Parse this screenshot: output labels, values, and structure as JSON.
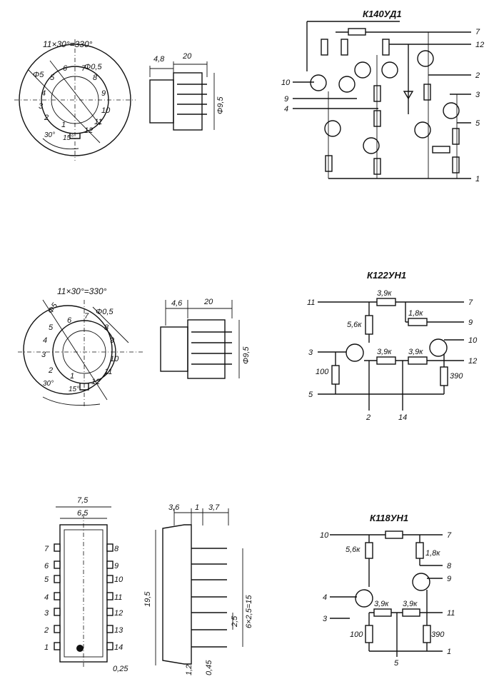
{
  "top": {
    "title": "К140УД1",
    "pin_angle_label": "11×30°=330°",
    "pin_hole_label": "Φ0,5",
    "outer_dia_label": "Φ5",
    "body_dia_label": "Φ9,5",
    "lead_len_label": "4,8",
    "body_len_label": "20",
    "angle_a": "30°",
    "angle_b": "15°",
    "pins_circle": [
      "1",
      "2",
      "3",
      "4",
      "5",
      "6",
      "7",
      "8",
      "9",
      "10",
      "11",
      "12"
    ],
    "schem_pins": [
      "7",
      "12",
      "2",
      "3",
      "5",
      "1",
      "10",
      "9",
      "4"
    ]
  },
  "mid": {
    "title": "К122УН1",
    "pin_angle_label": "11×30°=330°",
    "pin_hole_label": "Φ0,5",
    "outer_dia_label": "Φ5",
    "body_dia_label": "Φ9,5",
    "lead_len_label": "4,6",
    "body_len_label": "20",
    "angle_a": "30°",
    "angle_b": "15°",
    "pins_circle": [
      "1",
      "2",
      "3",
      "4",
      "5",
      "6",
      "7",
      "8",
      "9",
      "10",
      "11",
      "12"
    ],
    "r1": "3,9к",
    "r2": "1,8к",
    "r3": "5,6к",
    "r4": "3,9к",
    "r5": "3,9к",
    "r6": "100",
    "r7": "390",
    "schem_pins": [
      "11",
      "7",
      "9",
      "10",
      "3",
      "12",
      "5",
      "2",
      "14"
    ]
  },
  "bot": {
    "title": "К118УН1",
    "width_outer": "7,5",
    "width_inner": "6,5",
    "lead_a": "3,6",
    "lead_b": "1",
    "lead_c": "3,7",
    "height": "19,5",
    "pitch": "2,5",
    "pitch_total": "6×2,5=15",
    "thick_a": "1,2",
    "thick_b": "0,45",
    "thick_c": "0,25",
    "left_pins": [
      "7",
      "6",
      "5",
      "4",
      "3",
      "2",
      "1"
    ],
    "right_pins": [
      "8",
      "9",
      "10",
      "11",
      "12",
      "13",
      "14"
    ],
    "r1": "5,6к",
    "r2": "1,8к",
    "r3": "3,9к",
    "r4": "3,9к",
    "r5": "100",
    "r6": "390",
    "schem_pins": [
      "10",
      "7",
      "8",
      "9",
      "4",
      "3",
      "11",
      "1",
      "5"
    ]
  }
}
